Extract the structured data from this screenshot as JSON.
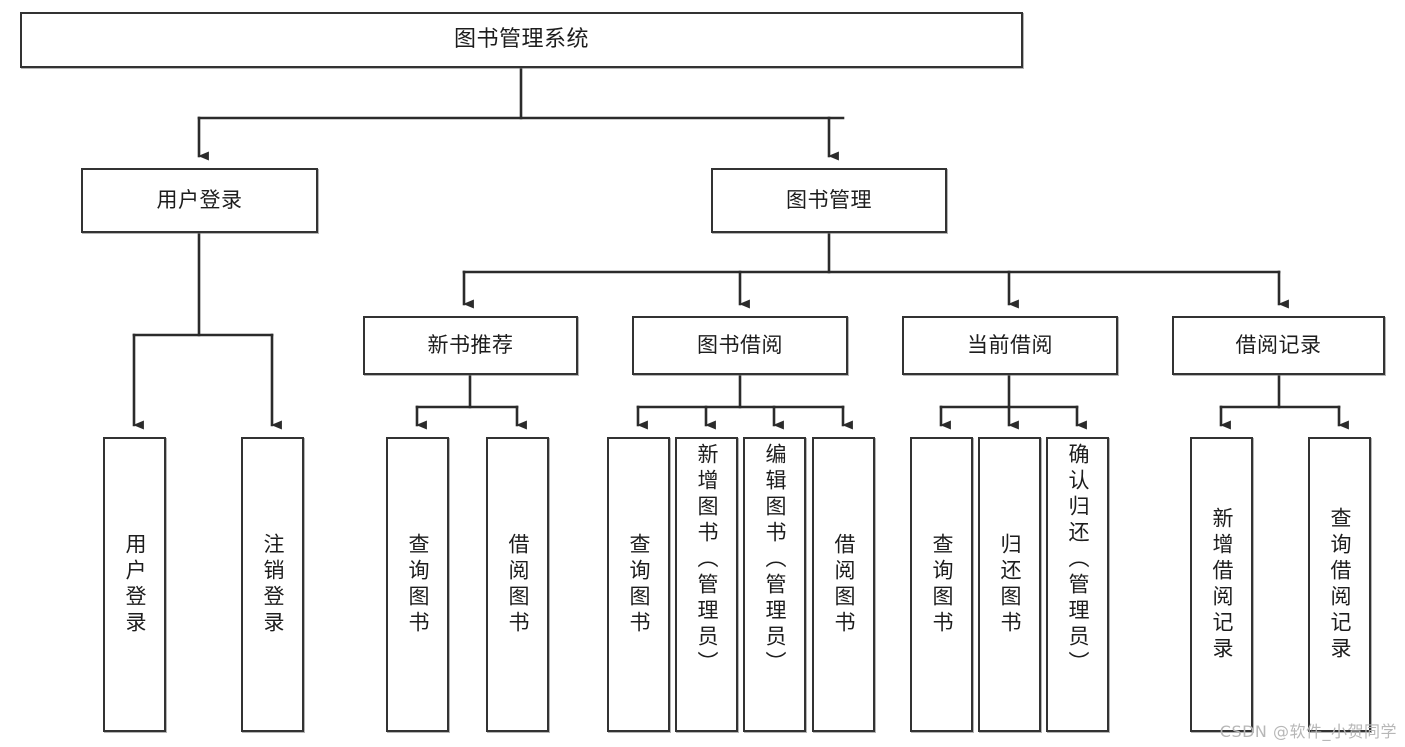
{
  "diagram": {
    "title": "图书管理系统",
    "type": "hierarchy-tree",
    "root": {
      "id": "root",
      "label": "图书管理系统"
    },
    "level2": [
      {
        "id": "user-login",
        "label": "用户登录"
      },
      {
        "id": "book-manage",
        "label": "图书管理"
      }
    ],
    "level3": [
      {
        "id": "new-book-recommend",
        "label": "新书推荐",
        "parent": "book-manage"
      },
      {
        "id": "book-borrow",
        "label": "图书借阅",
        "parent": "book-manage"
      },
      {
        "id": "current-borrow",
        "label": "当前借阅",
        "parent": "book-manage"
      },
      {
        "id": "borrow-record",
        "label": "借阅记录",
        "parent": "book-manage"
      }
    ],
    "leaves": [
      {
        "id": "leaf-user-login",
        "label": "用户登录",
        "parent": "user-login"
      },
      {
        "id": "leaf-user-logout",
        "label": "注销登录",
        "parent": "user-login"
      },
      {
        "id": "leaf-query-book-1",
        "label": "查询图书",
        "parent": "new-book-recommend"
      },
      {
        "id": "leaf-borrow-book-1",
        "label": "借阅图书",
        "parent": "new-book-recommend"
      },
      {
        "id": "leaf-query-book-2",
        "label": "查询图书",
        "parent": "book-borrow"
      },
      {
        "id": "leaf-add-book",
        "label": "新增图书（管理员）",
        "parent": "book-borrow"
      },
      {
        "id": "leaf-edit-book",
        "label": "编辑图书（管理员）",
        "parent": "book-borrow"
      },
      {
        "id": "leaf-borrow-book-2",
        "label": "借阅图书",
        "parent": "book-borrow"
      },
      {
        "id": "leaf-query-book-3",
        "label": "查询图书",
        "parent": "current-borrow"
      },
      {
        "id": "leaf-return-book",
        "label": "归还图书",
        "parent": "current-borrow"
      },
      {
        "id": "leaf-confirm-return",
        "label": "确认归还（管理员）",
        "parent": "current-borrow"
      },
      {
        "id": "leaf-add-record",
        "label": "新增借阅记录",
        "parent": "borrow-record"
      },
      {
        "id": "leaf-query-record",
        "label": "查询借阅记录",
        "parent": "borrow-record"
      }
    ],
    "colors": {
      "box_border": "#333333",
      "box_fill": "#ffffff",
      "edge": "#2b2b2b",
      "text": "#1d1d1d",
      "watermark": "#b7b7b7"
    }
  },
  "watermark": {
    "text": "CSDN @软件_小贺同学"
  }
}
